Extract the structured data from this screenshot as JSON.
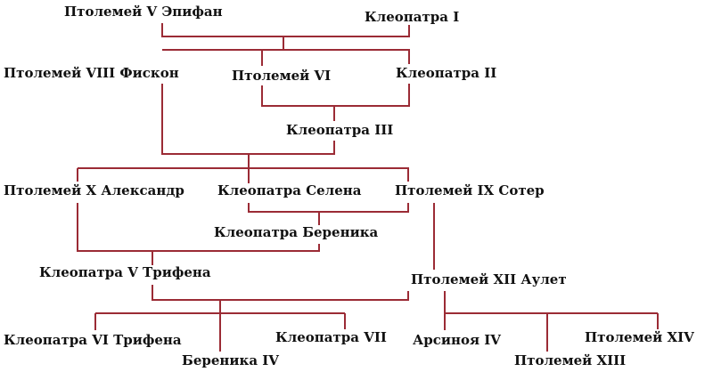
{
  "people": {
    "ptolemy_v": "Птолемей V Эпифан",
    "cleopatra_i": "Клеопатра I",
    "ptolemy_viii": "Птолемей VIII Фискон",
    "ptolemy_vi": "Птолемей VI",
    "cleopatra_ii": "Клеопатра II",
    "cleopatra_iii": "Клеопатра III",
    "ptolemy_x": "Птолемей X Александр",
    "cleopatra_selene": "Клеопатра Селена",
    "ptolemy_ix": "Птолемей IX Сотер",
    "cleopatra_berenice": "Клеопатра Береника",
    "cleopatra_v": "Клеопатра V Трифена",
    "ptolemy_xii": "Птолемей XII Аулет",
    "cleopatra_vi": "Клеопатра VI Трифена",
    "berenice_iv": "Береника IV",
    "cleopatra_vii": "Клеопатра VII",
    "arsinoe_iv": "Арсиноя IV",
    "ptolemy_xiii": "Птолемей XIII",
    "ptolemy_xiv": "Птолемей XIV"
  },
  "colors": {
    "line": "#9b2b35",
    "text": "#111111"
  }
}
